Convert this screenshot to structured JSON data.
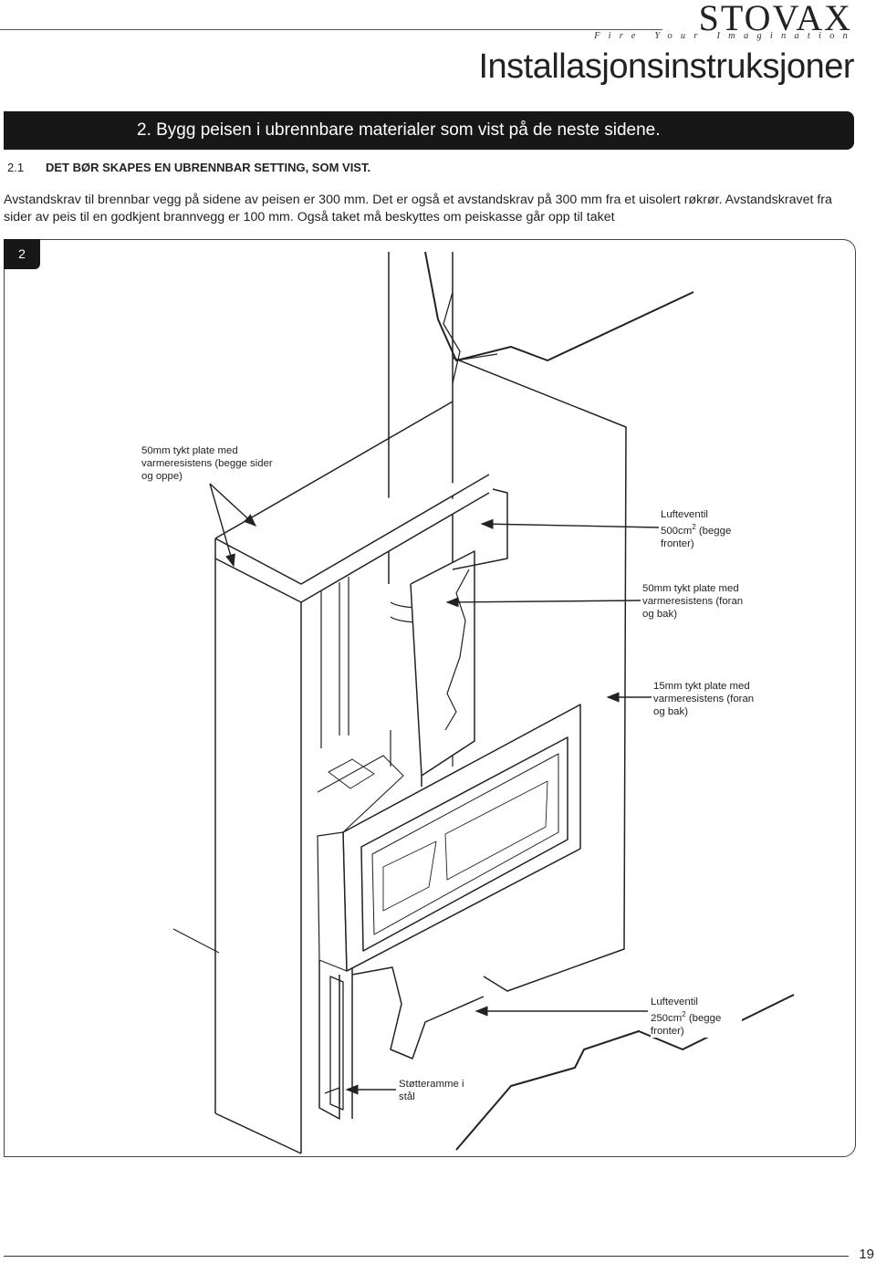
{
  "header": {
    "brand": "STOVAX",
    "tagline": "Fire Your Imagination",
    "title": "Installasjonsinstruksjoner"
  },
  "banner": {
    "text": "2. Bygg peisen i ubrennbare materialer som vist på de neste sidene."
  },
  "section": {
    "number": "2.1",
    "title": "DET BØR SKAPES EN UBRENNBAR SETTING, SOM VIST.",
    "body": "Avstandskrav til brennbar vegg på sidene av peisen er 300 mm. Det er også et avstandskrav på 300 mm fra et uisolert røkrør. Avstandskravet fra sider av peis til en godkjent brannvegg er 100 mm. Også taket må beskyttes om peiskasse går opp til taket"
  },
  "figure": {
    "number": "2",
    "callouts": {
      "plate_50_sides": "50mm tykt plate med varmeresistens (begge sider og oppe)",
      "vent_500": {
        "line1": "Lufteventil",
        "line2_pre": "500cm",
        "sup": "2",
        "line2_post": " (begge",
        "line3": "fronter)"
      },
      "plate_50_front": "50mm tykt plate med varmeresistens (foran og bak)",
      "plate_15_front": "15mm tykt plate med varmeresistens (foran og bak)",
      "vent_250": {
        "line1": "Lufteventil",
        "line2_pre": "250cm",
        "sup": "2",
        "line2_post": " (begge",
        "line3": "fronter)"
      },
      "support_frame": "Støtteramme i stål"
    }
  },
  "footer": {
    "page_number": "19"
  }
}
